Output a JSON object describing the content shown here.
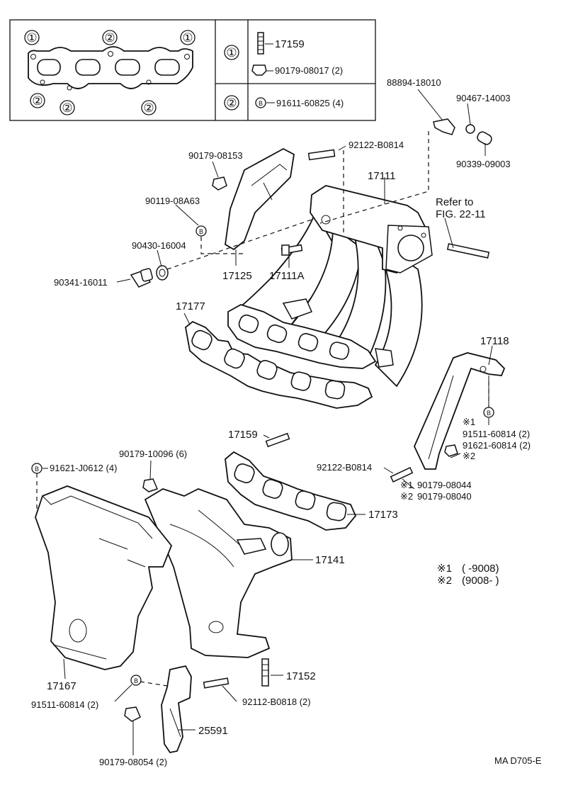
{
  "legend": {
    "gasket1_marks": [
      "①",
      "②",
      "①"
    ],
    "gasket2_marks": [
      "②",
      "②",
      "②"
    ],
    "row1_mark": "①",
    "row1_parts": [
      "17159",
      "90179-08017 (2)"
    ],
    "row2_mark": "②",
    "row2_parts": [
      "91611-60825 (4)"
    ],
    "circle_b": "B"
  },
  "labels": {
    "p88894": "88894-18010",
    "p90467": "90467-14003",
    "p90339": "90339-09003",
    "p92122a": "92122-B0814",
    "p90179_08153": "90179-08153",
    "p17111": "17111",
    "p90119": "90119-08A63",
    "refer1": "Refer to",
    "refer2": "FIG. 22-11",
    "p90430": "90430-16004",
    "p90341": "90341-16011",
    "p17125": "17125",
    "p17111A": "17111A",
    "p17177": "17177",
    "p17118": "17118",
    "n1a": "※1",
    "p91511a": "91511-60814 (2)",
    "p91621": "91621-60814 (2)",
    "n2a": "※2",
    "p17159": "17159",
    "p90179_10096": "90179-10096 (6)",
    "p91621J": "91621-J0612 (4)",
    "p92122b": "92122-B0814",
    "n1b": "※1",
    "p90179_08044": "90179-08044",
    "n2b": "※2",
    "p90179_08040": "90179-08040",
    "p17173": "17173",
    "p17141": "17141",
    "note1_mark": "※1",
    "note1_text": "(        -9008)",
    "note2_mark": "※2",
    "note2_text": "(9008-        )",
    "p17167": "17167",
    "p17152": "17152",
    "p91511b": "91511-60814 (2)",
    "p92112": "92112-B0818 (2)",
    "p25591": "25591",
    "p90179_08054": "90179-08054 (2)",
    "code": "MA D705-E"
  }
}
